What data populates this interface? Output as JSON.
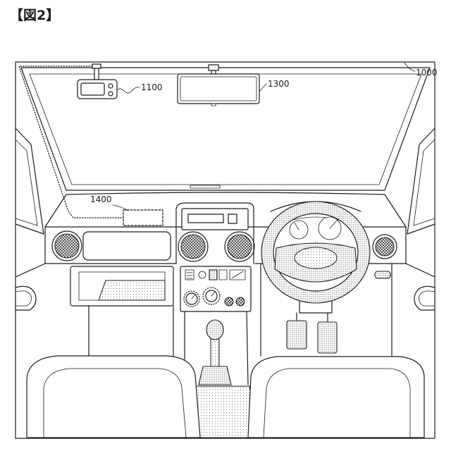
{
  "figure": {
    "title": "【図2】"
  },
  "reference_numerals": {
    "vehicle": "1000",
    "camera": "1100",
    "rear_mirror": "1300",
    "display_area": "1400"
  },
  "colors": {
    "ink": "#1c1c1c",
    "stipple": "#4a4a4a",
    "paper": "#ffffff"
  }
}
